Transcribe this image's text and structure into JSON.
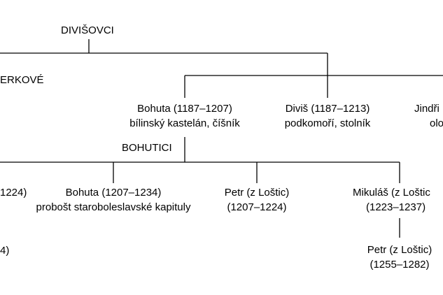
{
  "family_tree": {
    "root": {
      "name": "DIVIŠOVCI"
    },
    "branch_left": {
      "name": "ERKOVÉ"
    },
    "branch_bohutici": {
      "name": "BOHUTICI"
    },
    "people": {
      "bohuta_senior": {
        "line1": "Bohuta (1187–1207)",
        "line2": "bílinský kastelán, číšník"
      },
      "divis": {
        "line1": "Diviš (1187–1213)",
        "line2": "podkomoří, stolník"
      },
      "jindrich_partial": {
        "line1": "Jindři",
        "line2": "olo"
      },
      "left_partial_1": {
        "line1": "1224)"
      },
      "left_partial_2": {
        "line1": "4)"
      },
      "bohuta_junior": {
        "line1": "Bohuta (1207–1234)",
        "line2": "probošt staroboleslavské kapituly"
      },
      "petr_1": {
        "line1": "Petr (z Loštic)",
        "line2": "(1207–1224)"
      },
      "mikulas": {
        "line1": "Mikuláš (z Loštic",
        "line2": "(1223–1237)"
      },
      "petr_2": {
        "line1": "Petr (z Loštic)",
        "line2": "(1255–1282)"
      }
    }
  }
}
